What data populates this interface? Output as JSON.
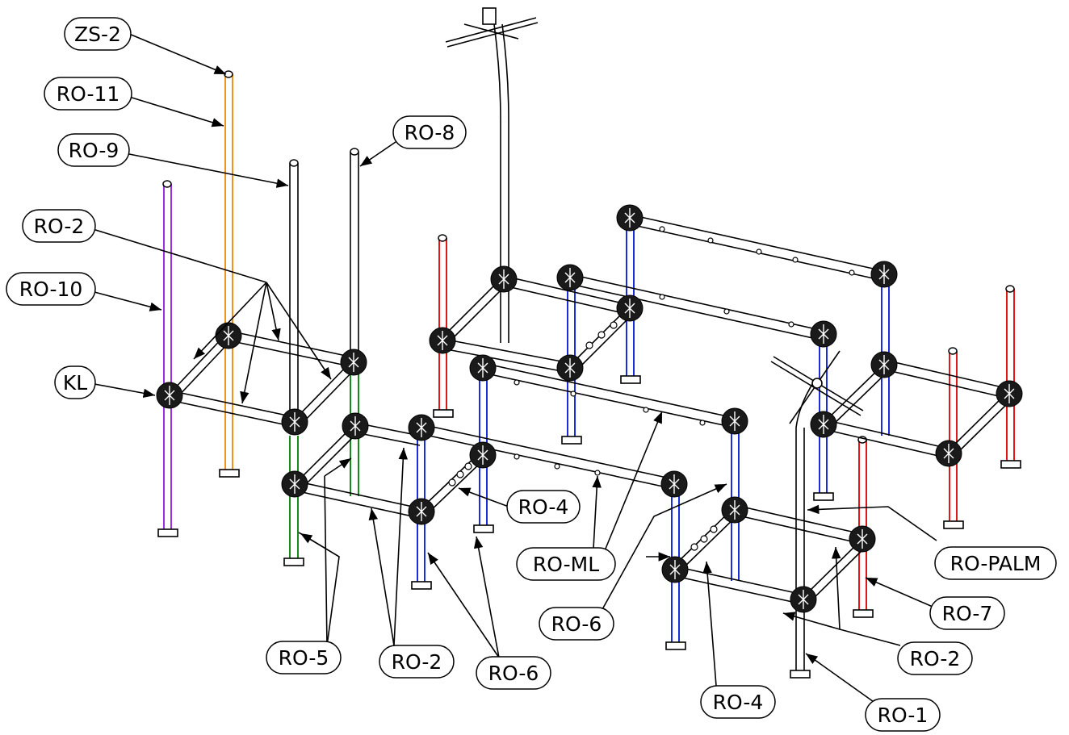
{
  "labels": {
    "zs2": "ZS-2",
    "ro11": "RO-11",
    "ro9": "RO-9",
    "ro8": "RO-8",
    "ro2_left": "RO-2",
    "ro10": "RO-10",
    "kl": "KL",
    "ro4_mid": "RO-4",
    "roml": "RO-ML",
    "ro6_mid": "RO-6",
    "ro5": "RO-5",
    "ro2_bottom": "RO-2",
    "ro6_bottom": "RO-6",
    "ropalm": "RO-PALM",
    "ro7": "RO-7",
    "ro2_right": "RO-2",
    "ro4_bottom": "RO-4",
    "ro1": "RO-1"
  },
  "colors": {
    "line": "#000000",
    "orange": "#f0921e",
    "purple": "#9b30e0",
    "green": "#1a8a1a",
    "red": "#e01818",
    "blue": "#1a2ee0",
    "node": "#1a1a1a"
  },
  "posts": [
    {
      "name": "post-purple",
      "color": "purple"
    },
    {
      "name": "post-orange",
      "color": "orange"
    },
    {
      "name": "post-green-left",
      "color": "green"
    },
    {
      "name": "post-green-right",
      "color": "green"
    },
    {
      "name": "post-red-1",
      "color": "red"
    },
    {
      "name": "post-blue",
      "color": "blue"
    },
    {
      "name": "post-red-2",
      "color": "red"
    }
  ]
}
